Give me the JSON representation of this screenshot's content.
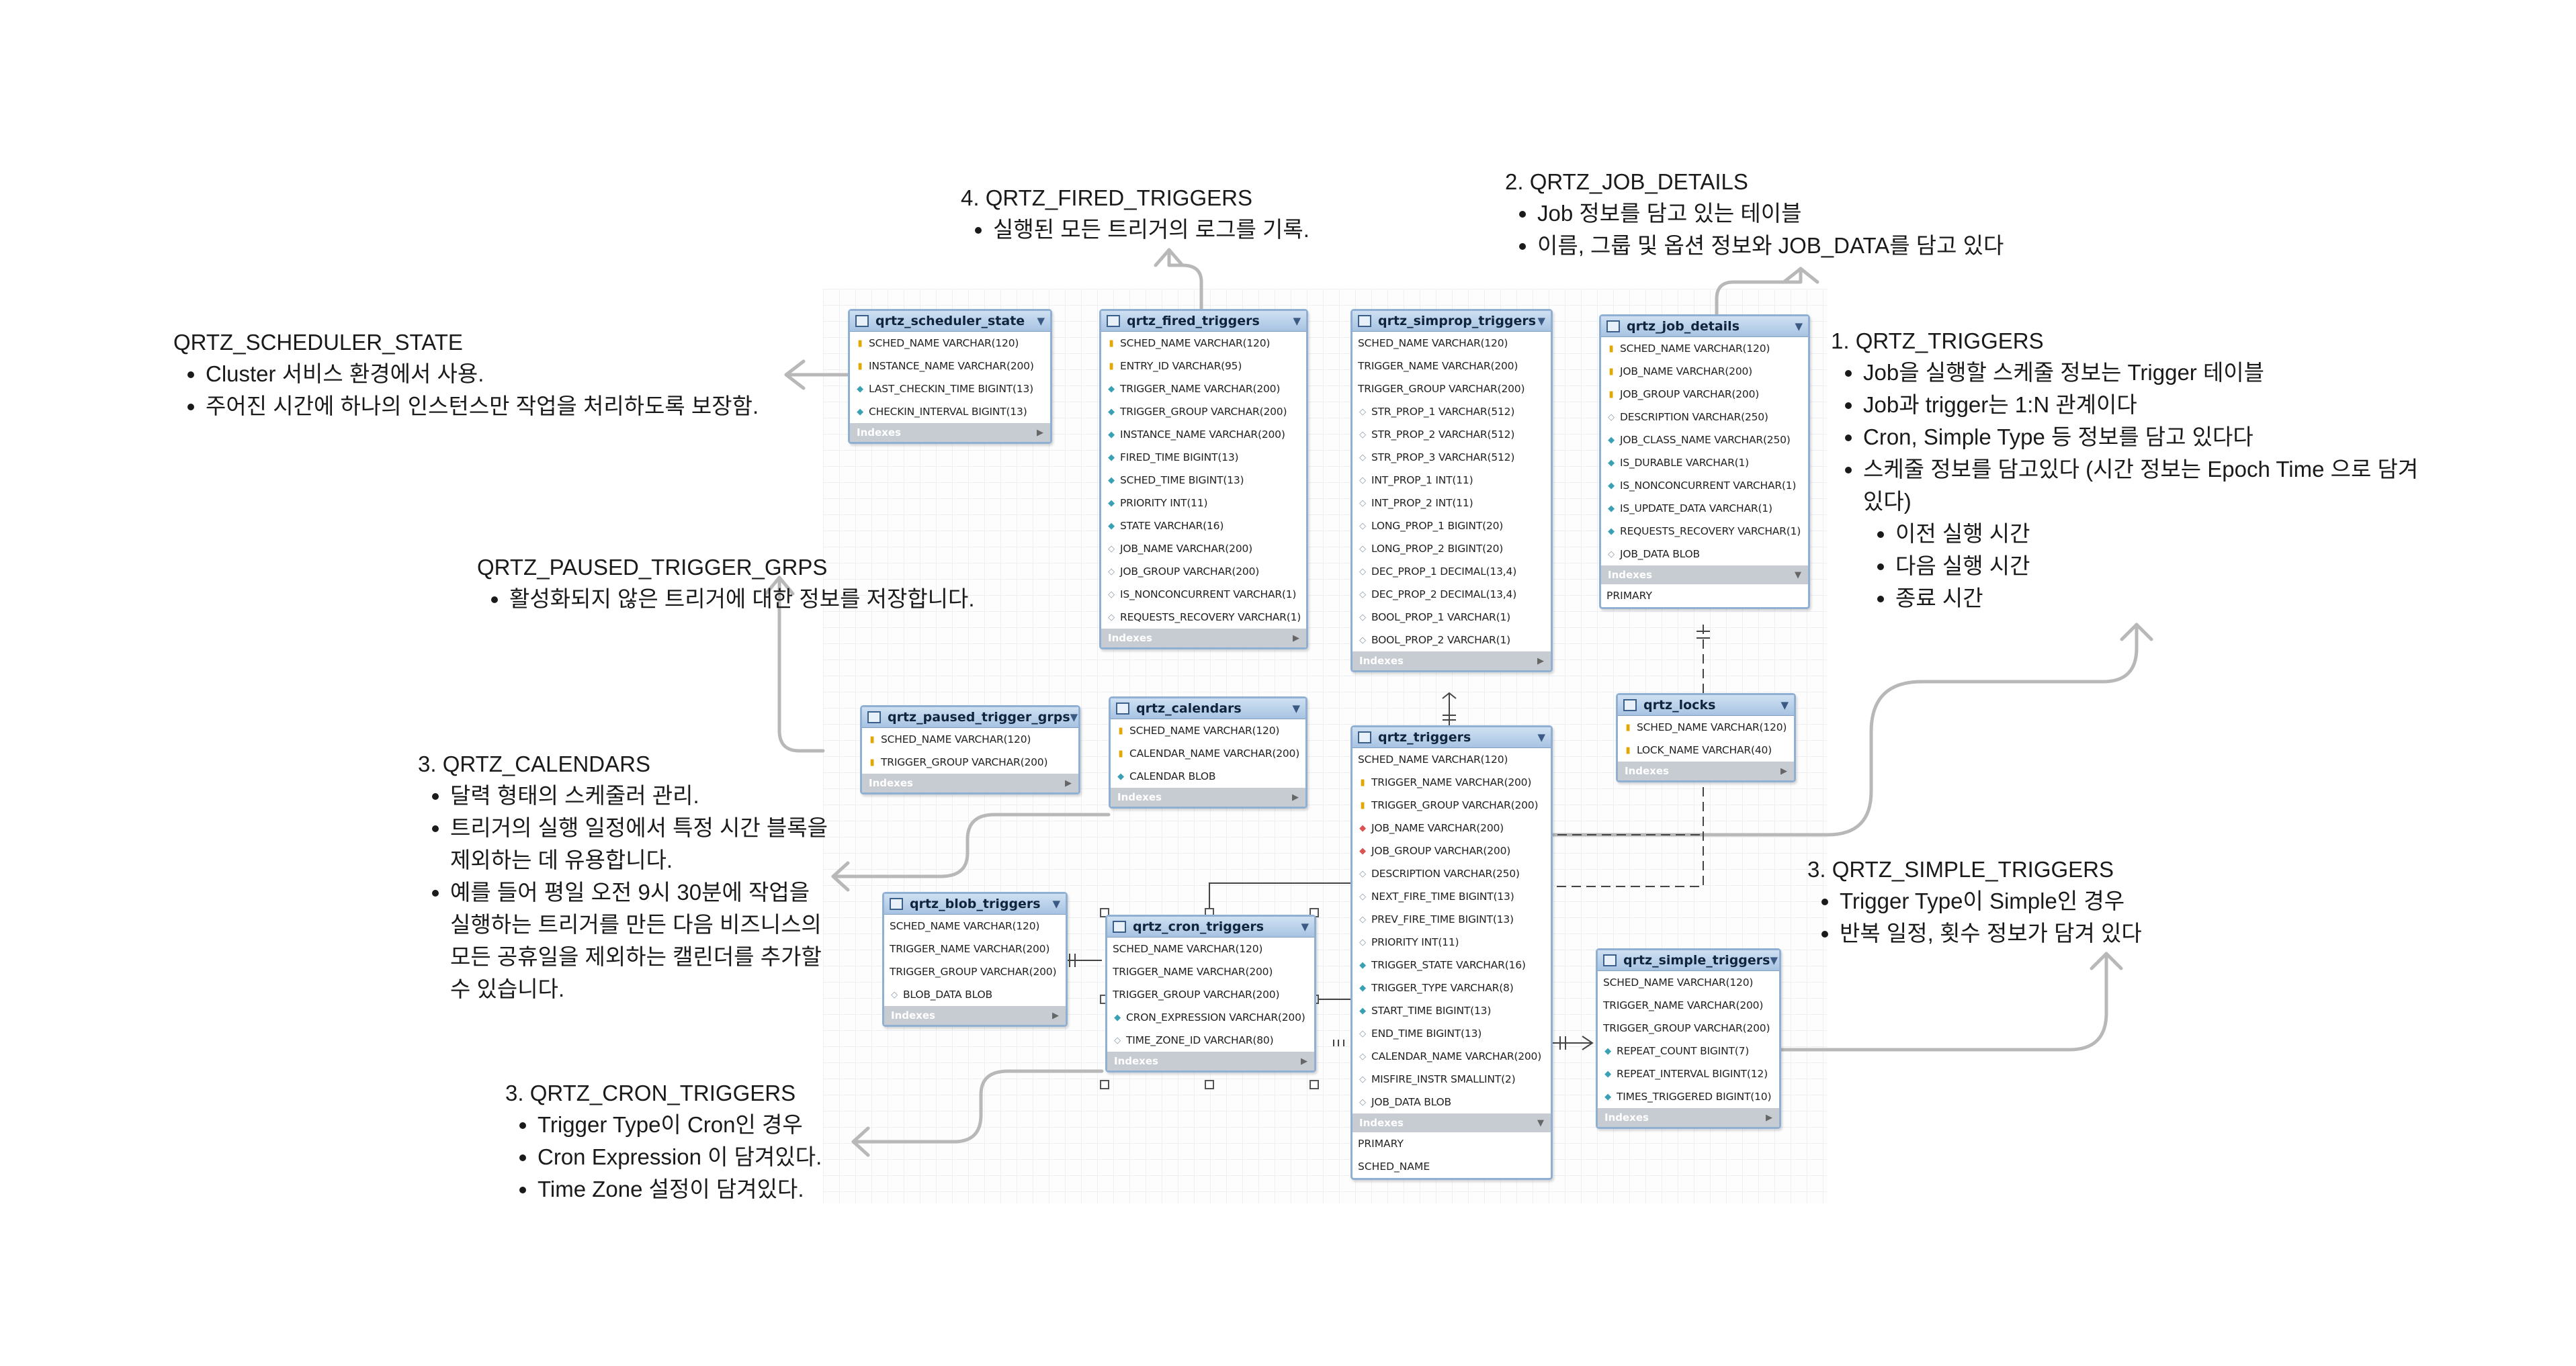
{
  "notes": {
    "scheduler_state": {
      "title": "QRTZ_SCHEDULER_STATE",
      "bullets": [
        "Cluster 서비스 환경에서 사용.",
        "주어진 시간에 하나의 인스턴스만 작업을 처리하도록 보장함."
      ]
    },
    "fired_triggers": {
      "title": "4. QRTZ_FIRED_TRIGGERS",
      "bullets": [
        "실행된 모든 트리거의 로그를 기록."
      ]
    },
    "job_details": {
      "title": "2. QRTZ_JOB_DETAILS",
      "bullets": [
        "Job 정보를 담고 있는 테이블",
        "이름, 그룹 및 옵션 정보와 JOB_DATA를 담고 있다"
      ]
    },
    "triggers": {
      "title": "1. QRTZ_TRIGGERS",
      "bullets": [
        "Job을 실행할 스케줄 정보는 Trigger 테이블",
        "Job과 trigger는 1:N 관계이다",
        "Cron, Simple Type 등 정보를 담고 있다다",
        "스케줄 정보를 담고있다 (시간 정보는 Epoch Time 으로 담겨있다)"
      ],
      "sub_bullets": [
        "이전 실행 시간",
        "다음 실행 시간",
        "종료 시간"
      ]
    },
    "paused_trigger_grps": {
      "title": "QRTZ_PAUSED_TRIGGER_GRPS",
      "bullets": [
        "활성화되지 않은 트리거에 대한 정보를 저장합니다."
      ]
    },
    "calendars": {
      "title": "3. QRTZ_CALENDARS",
      "bullets": [
        "달력 형태의 스케줄러 관리.",
        "트리거의 실행 일정에서 특정 시간 블록을 제외하는 데 유용합니다.",
        "예를 들어 평일 오전 9시 30분에 작업을 실행하는 트리거를 만든 다음 비즈니스의 모든 공휴일을 제외하는 캘린더를 추가할 수 있습니다."
      ]
    },
    "simple_triggers": {
      "title": "3. QRTZ_SIMPLE_TRIGGERS",
      "bullets": [
        "Trigger Type이 Simple인 경우",
        "반복 일정, 횟수 정보가 담겨 있다"
      ]
    },
    "cron_triggers": {
      "title": "3. QRTZ_CRON_TRIGGERS",
      "bullets": [
        "Trigger Type이 Cron인 경우",
        "Cron Expression 이 담겨있다.",
        "Time Zone 설정이 담겨있다."
      ]
    }
  },
  "indexes_label": "Indexes",
  "tables": {
    "scheduler_state": {
      "name": "qrtz_scheduler_state",
      "columns": [
        {
          "icon": "key",
          "text": "SCHED_NAME VARCHAR(120)"
        },
        {
          "icon": "key",
          "text": "INSTANCE_NAME VARCHAR(200)"
        },
        {
          "icon": "diamond",
          "text": "LAST_CHECKIN_TIME BIGINT(13)"
        },
        {
          "icon": "diamond",
          "text": "CHECKIN_INTERVAL BIGINT(13)"
        }
      ],
      "indexes": []
    },
    "fired_triggers": {
      "name": "qrtz_fired_triggers",
      "columns": [
        {
          "icon": "key",
          "text": "SCHED_NAME VARCHAR(120)"
        },
        {
          "icon": "key",
          "text": "ENTRY_ID VARCHAR(95)"
        },
        {
          "icon": "diamond",
          "text": "TRIGGER_NAME VARCHAR(200)"
        },
        {
          "icon": "diamond",
          "text": "TRIGGER_GROUP VARCHAR(200)"
        },
        {
          "icon": "diamond",
          "text": "INSTANCE_NAME VARCHAR(200)"
        },
        {
          "icon": "diamond",
          "text": "FIRED_TIME BIGINT(13)"
        },
        {
          "icon": "diamond",
          "text": "SCHED_TIME BIGINT(13)"
        },
        {
          "icon": "diamond",
          "text": "PRIORITY INT(11)"
        },
        {
          "icon": "diamond",
          "text": "STATE VARCHAR(16)"
        },
        {
          "icon": "open",
          "text": "JOB_NAME VARCHAR(200)"
        },
        {
          "icon": "open",
          "text": "JOB_GROUP VARCHAR(200)"
        },
        {
          "icon": "open",
          "text": "IS_NONCONCURRENT VARCHAR(1)"
        },
        {
          "icon": "open",
          "text": "REQUESTS_RECOVERY VARCHAR(1)"
        }
      ],
      "indexes": []
    },
    "simprop_triggers": {
      "name": "qrtz_simprop_triggers",
      "columns": [
        {
          "icon": "none",
          "text": "SCHED_NAME VARCHAR(120)"
        },
        {
          "icon": "none",
          "text": "TRIGGER_NAME VARCHAR(200)"
        },
        {
          "icon": "none",
          "text": "TRIGGER_GROUP VARCHAR(200)"
        },
        {
          "icon": "open",
          "text": "STR_PROP_1 VARCHAR(512)"
        },
        {
          "icon": "open",
          "text": "STR_PROP_2 VARCHAR(512)"
        },
        {
          "icon": "open",
          "text": "STR_PROP_3 VARCHAR(512)"
        },
        {
          "icon": "open",
          "text": "INT_PROP_1 INT(11)"
        },
        {
          "icon": "open",
          "text": "INT_PROP_2 INT(11)"
        },
        {
          "icon": "open",
          "text": "LONG_PROP_1 BIGINT(20)"
        },
        {
          "icon": "open",
          "text": "LONG_PROP_2 BIGINT(20)"
        },
        {
          "icon": "open",
          "text": "DEC_PROP_1 DECIMAL(13,4)"
        },
        {
          "icon": "open",
          "text": "DEC_PROP_2 DECIMAL(13,4)"
        },
        {
          "icon": "open",
          "text": "BOOL_PROP_1 VARCHAR(1)"
        },
        {
          "icon": "open",
          "text": "BOOL_PROP_2 VARCHAR(1)"
        }
      ],
      "indexes": []
    },
    "job_details": {
      "name": "qrtz_job_details",
      "columns": [
        {
          "icon": "key",
          "text": "SCHED_NAME VARCHAR(120)"
        },
        {
          "icon": "key",
          "text": "JOB_NAME VARCHAR(200)"
        },
        {
          "icon": "key",
          "text": "JOB_GROUP VARCHAR(200)"
        },
        {
          "icon": "open",
          "text": "DESCRIPTION VARCHAR(250)"
        },
        {
          "icon": "diamond",
          "text": "JOB_CLASS_NAME VARCHAR(250)"
        },
        {
          "icon": "diamond",
          "text": "IS_DURABLE VARCHAR(1)"
        },
        {
          "icon": "diamond",
          "text": "IS_NONCONCURRENT VARCHAR(1)"
        },
        {
          "icon": "diamond",
          "text": "IS_UPDATE_DATA VARCHAR(1)"
        },
        {
          "icon": "diamond",
          "text": "REQUESTS_RECOVERY VARCHAR(1)"
        },
        {
          "icon": "open",
          "text": "JOB_DATA BLOB"
        }
      ],
      "indexes": [
        "PRIMARY"
      ]
    },
    "paused_trigger_grps": {
      "name": "qrtz_paused_trigger_grps",
      "columns": [
        {
          "icon": "key",
          "text": "SCHED_NAME VARCHAR(120)"
        },
        {
          "icon": "key",
          "text": "TRIGGER_GROUP VARCHAR(200)"
        }
      ],
      "indexes": []
    },
    "calendars": {
      "name": "qrtz_calendars",
      "columns": [
        {
          "icon": "key",
          "text": "SCHED_NAME VARCHAR(120)"
        },
        {
          "icon": "key",
          "text": "CALENDAR_NAME VARCHAR(200)"
        },
        {
          "icon": "diamond",
          "text": "CALENDAR BLOB"
        }
      ],
      "indexes": []
    },
    "triggers": {
      "name": "qrtz_triggers",
      "columns": [
        {
          "icon": "none",
          "text": "SCHED_NAME VARCHAR(120)"
        },
        {
          "icon": "key",
          "text": "TRIGGER_NAME VARCHAR(200)"
        },
        {
          "icon": "key",
          "text": "TRIGGER_GROUP VARCHAR(200)"
        },
        {
          "icon": "fk",
          "text": "JOB_NAME VARCHAR(200)"
        },
        {
          "icon": "fk",
          "text": "JOB_GROUP VARCHAR(200)"
        },
        {
          "icon": "open",
          "text": "DESCRIPTION VARCHAR(250)"
        },
        {
          "icon": "open",
          "text": "NEXT_FIRE_TIME BIGINT(13)"
        },
        {
          "icon": "open",
          "text": "PREV_FIRE_TIME BIGINT(13)"
        },
        {
          "icon": "open",
          "text": "PRIORITY INT(11)"
        },
        {
          "icon": "diamond",
          "text": "TRIGGER_STATE VARCHAR(16)"
        },
        {
          "icon": "diamond",
          "text": "TRIGGER_TYPE VARCHAR(8)"
        },
        {
          "icon": "diamond",
          "text": "START_TIME BIGINT(13)"
        },
        {
          "icon": "open",
          "text": "END_TIME BIGINT(13)"
        },
        {
          "icon": "open",
          "text": "CALENDAR_NAME VARCHAR(200)"
        },
        {
          "icon": "open",
          "text": "MISFIRE_INSTR SMALLINT(2)"
        },
        {
          "icon": "open",
          "text": "JOB_DATA BLOB"
        }
      ],
      "indexes": [
        "PRIMARY",
        "SCHED_NAME"
      ]
    },
    "locks": {
      "name": "qrtz_locks",
      "columns": [
        {
          "icon": "key",
          "text": "SCHED_NAME VARCHAR(120)"
        },
        {
          "icon": "key",
          "text": "LOCK_NAME VARCHAR(40)"
        }
      ],
      "indexes": []
    },
    "blob_triggers": {
      "name": "qrtz_blob_triggers",
      "columns": [
        {
          "icon": "none",
          "text": "SCHED_NAME VARCHAR(120)"
        },
        {
          "icon": "none",
          "text": "TRIGGER_NAME VARCHAR(200)"
        },
        {
          "icon": "none",
          "text": "TRIGGER_GROUP VARCHAR(200)"
        },
        {
          "icon": "open",
          "text": "BLOB_DATA BLOB"
        }
      ],
      "indexes": []
    },
    "cron_triggers": {
      "name": "qrtz_cron_triggers",
      "columns": [
        {
          "icon": "none",
          "text": "SCHED_NAME VARCHAR(120)"
        },
        {
          "icon": "none",
          "text": "TRIGGER_NAME VARCHAR(200)"
        },
        {
          "icon": "none",
          "text": "TRIGGER_GROUP VARCHAR(200)"
        },
        {
          "icon": "diamond",
          "text": "CRON_EXPRESSION VARCHAR(200)"
        },
        {
          "icon": "open",
          "text": "TIME_ZONE_ID VARCHAR(80)"
        }
      ],
      "indexes": []
    },
    "simple_triggers": {
      "name": "qrtz_simple_triggers",
      "columns": [
        {
          "icon": "none",
          "text": "SCHED_NAME VARCHAR(120)"
        },
        {
          "icon": "none",
          "text": "TRIGGER_NAME VARCHAR(200)"
        },
        {
          "icon": "none",
          "text": "TRIGGER_GROUP VARCHAR(200)"
        },
        {
          "icon": "diamond",
          "text": "REPEAT_COUNT BIGINT(7)"
        },
        {
          "icon": "diamond",
          "text": "REPEAT_INTERVAL BIGINT(12)"
        },
        {
          "icon": "diamond",
          "text": "TIMES_TRIGGERED BIGINT(10)"
        }
      ],
      "indexes": []
    }
  },
  "colors": {
    "header_top": "#cfe0f2",
    "header_bottom": "#a7c3e2",
    "table_border": "#8fb0d3",
    "indexes_bar": "#c7ccd2",
    "arrow": "#b8b8b8",
    "relation": "#444444"
  }
}
